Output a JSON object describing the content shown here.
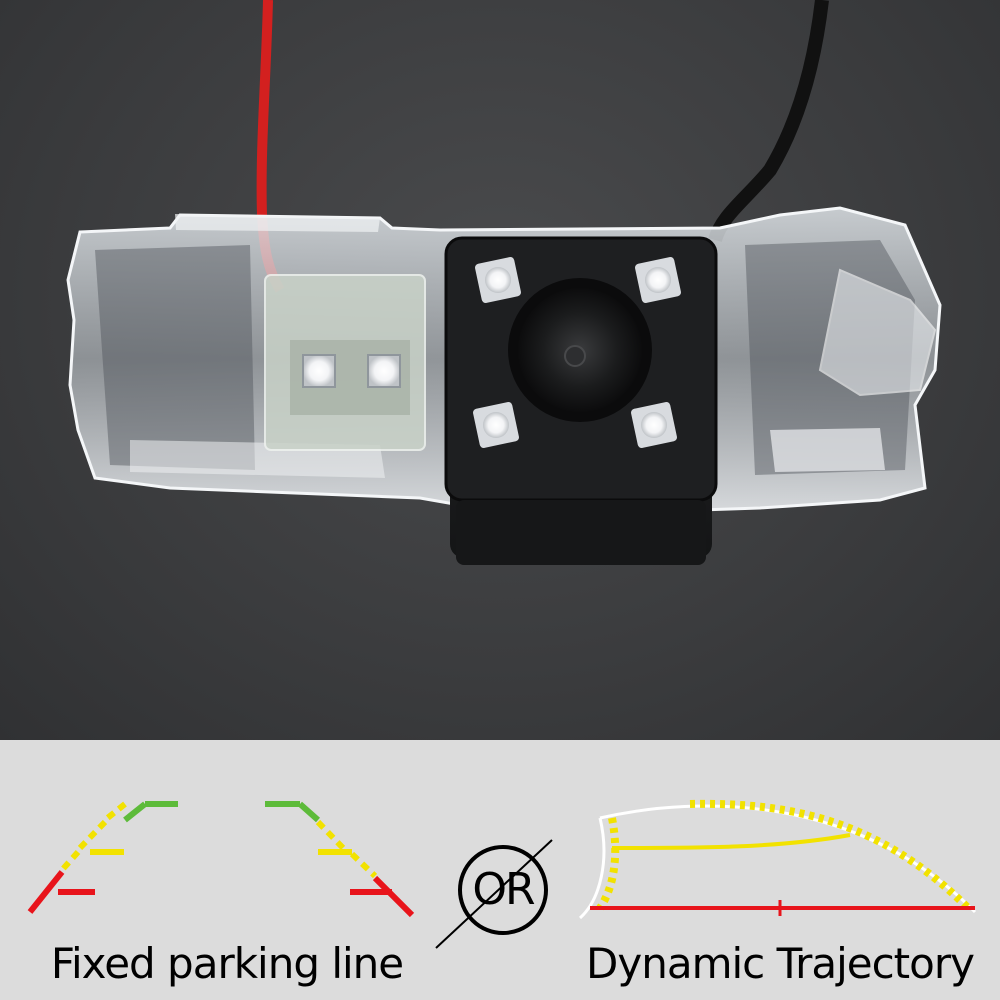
{
  "image": {
    "subject": "rear-view-camera-in-license-plate-light-housing",
    "colors": {
      "background": "#3c3d3f",
      "panel": "#dcdcdc",
      "guide_red": "#e8141b",
      "guide_yellow": "#f2e200",
      "guide_green": "#5dbb3a",
      "wire_red": "#d3201f",
      "wire_black": "#111111"
    }
  },
  "captions": {
    "left": "Fixed parking line",
    "separator": "OR",
    "right": "Dynamic Trajectory"
  }
}
